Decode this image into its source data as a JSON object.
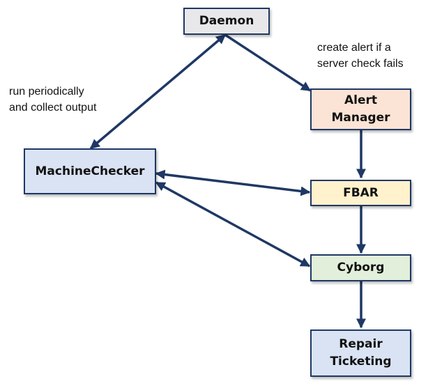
{
  "colors": {
    "border": "#1f3864",
    "arrow": "#1f3864",
    "daemon_fill": "#e8e8ea",
    "alert_fill": "#fbe4d5",
    "fbar_fill": "#fff2cc",
    "cyborg_fill": "#e2efda",
    "machinechecker_fill": "#dae3f3",
    "repair_fill": "#dae3f3"
  },
  "nodes": {
    "daemon": "Daemon",
    "alert_manager": "Alert\nManager",
    "machine_checker": "MachineChecker",
    "fbar": "FBAR",
    "cyborg": "Cyborg",
    "repair_ticketing": "Repair\nTicketing"
  },
  "notes": {
    "run_periodically": "run periodically\nand collect output",
    "create_alert": "create alert if a\nserver check fails"
  }
}
